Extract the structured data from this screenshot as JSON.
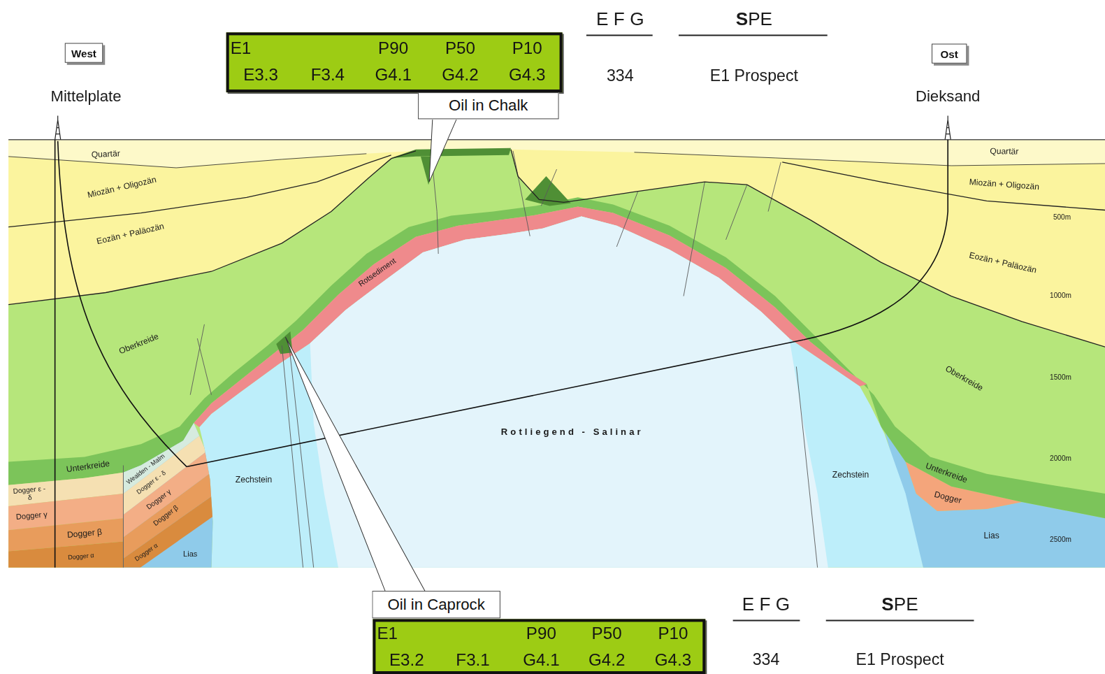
{
  "diagram": {
    "nodes": [
      {
        "text": [
          "West"
        ]
      },
      {
        "text": [
          "E1",
          "P90",
          "P50",
          "P10",
          "E3.3",
          "F3.4",
          "G4.1",
          "G4.2",
          "G4.3"
        ]
      },
      {
        "text": [
          "Oil in Chalk"
        ]
      },
      {
        "text": [
          "Ost"
        ]
      },
      {
        "text": [
          "Oil in Caprock"
        ]
      },
      {
        "text": [
          "E1",
          "P90",
          "P50",
          "P10",
          "E3.2",
          "F3.1",
          "G4.1",
          "G4.2",
          "G4.3"
        ]
      }
    ],
    "labels": [
      "E F G",
      "SPE",
      "334",
      "E1 Prospect",
      "Mittelplate",
      "Dieksand",
      "Quartär",
      "Quartär",
      "Miozän + Oligozän",
      "Miozän + Oligozän",
      "500m",
      "Eozän + Paläozän",
      "Rotsediment",
      "Eozän + Paläozän",
      "1000m",
      "Oberkreide",
      "Oberkreide",
      "1500m",
      "Rotliegend - Salinar",
      "Unterkreide",
      "2000m",
      "Wealden - Malm",
      "Unterkreide",
      "Zechstein",
      "Zechstein",
      "Dogger ε - δ",
      "Dogger ε - δ",
      "Dogger",
      "Dogger γ",
      "Dogger γ",
      "Dogger β",
      "Dogger β",
      "2500m",
      "Dogger α",
      "Lias",
      "Lias",
      "Dogger α",
      "E F G",
      "SPE",
      "334",
      "E1 Prospect"
    ]
  }
}
